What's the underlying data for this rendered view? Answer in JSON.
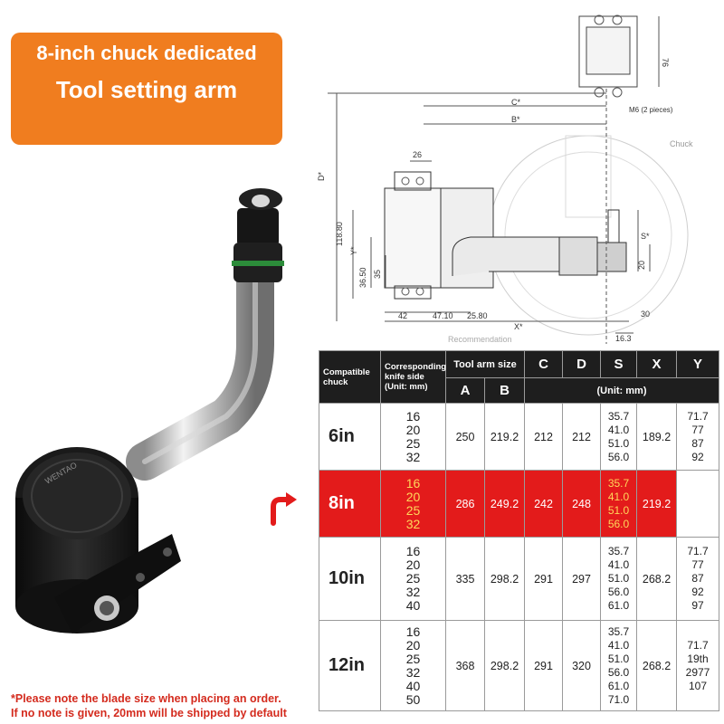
{
  "banner": {
    "line1": "8-inch chuck dedicated",
    "line2": "Tool setting arm",
    "color": "#f07d1f"
  },
  "product": {
    "brand_text": "WENTAO",
    "icon": "tool-setting-arm-photo"
  },
  "drawing": {
    "dim_76": "76",
    "m6_label": "M6 (2 pieces)",
    "c_label": "C*",
    "b_label": "B*",
    "chuck_label": "Chuck",
    "d_label": "D*",
    "dim_26": "26",
    "dim_118_80": "118.80",
    "y_label": "Y*",
    "s_label": "S*",
    "dim_36_50": "36.50",
    "dim_35": "35",
    "dim_20": "20",
    "dim_42": "42",
    "dim_47_10": "47.10",
    "dim_25_80": "25.80",
    "x_label": "X*",
    "dim_30": "30",
    "dim_16_3": "16.3",
    "recommendation": "Recommendation"
  },
  "table": {
    "headers": {
      "compatible": "Compatible chuck",
      "knife_side": "Corresponding knife side (Unit: mm)",
      "tool_arm": "Tool arm size",
      "a": "A",
      "b": "B",
      "c": "C",
      "d": "D",
      "s": "S",
      "x": "X",
      "y": "Y",
      "unit": "(Unit: mm)"
    },
    "rows": [
      {
        "chuck": "6in",
        "knife": [
          "16",
          "20",
          "25",
          "32"
        ],
        "a": "250",
        "b": "219.2",
        "c": "212",
        "d": "212",
        "s": [
          "35.7",
          "41.0",
          "51.0",
          "56.0"
        ],
        "x": "189.2",
        "y": [
          "71.7",
          "77",
          "87",
          "92"
        ]
      },
      {
        "chuck": "8in",
        "knife": [
          "16",
          "20",
          "25",
          "32"
        ],
        "a": "286",
        "b": "249.2",
        "c": "242",
        "d": "248",
        "s": [
          "35.7",
          "41.0",
          "51.0",
          "56.0"
        ],
        "x": "219.2",
        "y": []
      },
      {
        "chuck": "10in",
        "knife": [
          "16",
          "20",
          "25",
          "32",
          "40"
        ],
        "a": "335",
        "b": "298.2",
        "c": "291",
        "d": "297",
        "s": [
          "35.7",
          "41.0",
          "51.0",
          "56.0",
          "61.0"
        ],
        "x": "268.2",
        "y": [
          "71.7",
          "77",
          "87",
          "92",
          "97"
        ]
      },
      {
        "chuck": "12in",
        "knife": [
          "16",
          "20",
          "25",
          "32",
          "40",
          "50"
        ],
        "a": "368",
        "b": "298.2",
        "c": "291",
        "d": "320",
        "s": [
          "35.7",
          "41.0",
          "51.0",
          "56.0",
          "61.0",
          "71.0"
        ],
        "x": "268.2",
        "y": [
          "71.7",
          "19th 2977",
          "107"
        ]
      }
    ],
    "highlight_color": "#e31b1b"
  },
  "note": {
    "line1": "*Please note the blade size when placing an order.",
    "line2": "If no note is given, 20mm will be shipped by default",
    "color": "#d42b1e"
  }
}
